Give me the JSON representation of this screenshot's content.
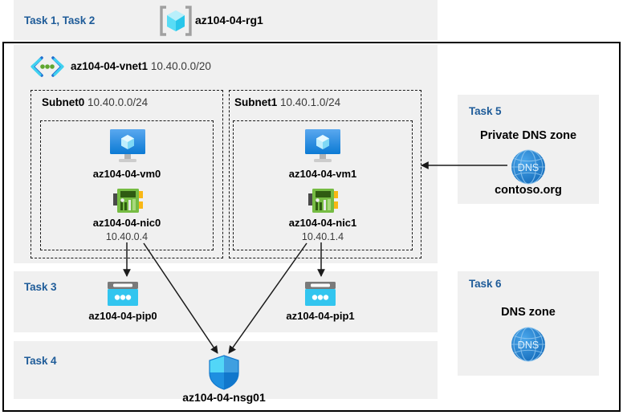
{
  "diagram": {
    "title_band": {
      "task_label": "Task 1, Task 2",
      "resource_group": {
        "icon": "resource-group-icon",
        "name": "az104-04-rg1"
      }
    },
    "vnet": {
      "icon": "virtual-network-icon",
      "name": "az104-04-vnet1",
      "cidr": "10.40.0.0/20",
      "subnets": [
        {
          "name": "Subnet0",
          "cidr": "10.40.0.0/24",
          "vm": {
            "icon": "virtual-machine-icon",
            "name": "az104-04-vm0"
          },
          "nic": {
            "icon": "network-interface-icon",
            "name": "az104-04-nic0",
            "ip": "10.40.0.4"
          }
        },
        {
          "name": "Subnet1",
          "cidr": "10.40.1.0/24",
          "vm": {
            "icon": "virtual-machine-icon",
            "name": "az104-04-vm1"
          },
          "nic": {
            "icon": "network-interface-icon",
            "name": "az104-04-nic1",
            "ip": "10.40.1.4"
          }
        }
      ]
    },
    "task3": {
      "task_label": "Task 3",
      "pip0": {
        "icon": "public-ip-address-icon",
        "name": "az104-04-pip0"
      },
      "pip1": {
        "icon": "public-ip-address-icon",
        "name": "az104-04-pip1"
      }
    },
    "task4": {
      "task_label": "Task 4",
      "nsg": {
        "icon": "network-security-group-icon",
        "name": "az104-04-nsg01"
      }
    },
    "task5": {
      "task_label": "Task 5",
      "heading": "Private DNS zone",
      "icon": "dns-zone-icon",
      "icon_text": "DNS",
      "zone_name": "contoso.org"
    },
    "task6": {
      "task_label": "Task 6",
      "heading": "DNS zone",
      "icon": "dns-zone-icon",
      "icon_text": "DNS"
    },
    "colors": {
      "task_label": "#1f5c99",
      "panel_bg": "#f0f0f0",
      "page_bg": "#ffffff",
      "frame": "#000000",
      "dns_blue": "#1b82d8",
      "pip_cyan": "#32c5ef",
      "nic_green": "#5ea62e",
      "vm_blue": "#2a8ce0",
      "arrow": "#1a1a1a"
    }
  }
}
